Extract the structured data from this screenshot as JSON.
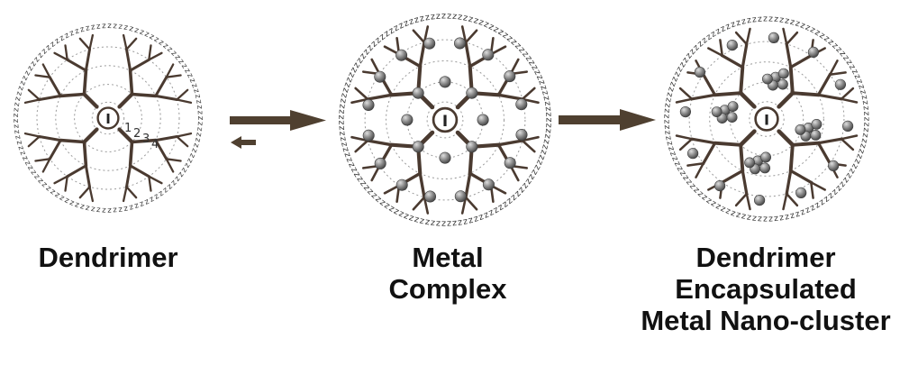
{
  "panels": [
    {
      "id": "dendrimer",
      "caption_lines": [
        "Dendrimer"
      ],
      "core_label": "I",
      "generation_labels": [
        "1",
        "2",
        "3",
        "4"
      ],
      "metal_particles": "none"
    },
    {
      "id": "metal-complex",
      "caption_lines": [
        "Metal",
        "Complex"
      ],
      "core_label": "I",
      "metal_particles": "dispersed"
    },
    {
      "id": "encapsulated-cluster",
      "caption_lines": [
        "Dendrimer",
        "Encapsulated",
        "Metal Nano-cluster"
      ],
      "core_label": "I",
      "metal_particles": "clustered"
    }
  ],
  "arrows": [
    {
      "from": "dendrimer",
      "to": "metal-complex",
      "type": "reversible-equilibrium"
    },
    {
      "from": "metal-complex",
      "to": "encapsulated-cluster",
      "type": "forward"
    }
  ],
  "colors": {
    "branch": "#4a3a30",
    "arrow": "#4f4030",
    "dotted_ring": "#9a9a9a",
    "particle": "#6e6e6e",
    "particle_highlight": "#dedede",
    "background": "#ffffff",
    "text": "#111111"
  },
  "surface_groups_glyph": "z"
}
